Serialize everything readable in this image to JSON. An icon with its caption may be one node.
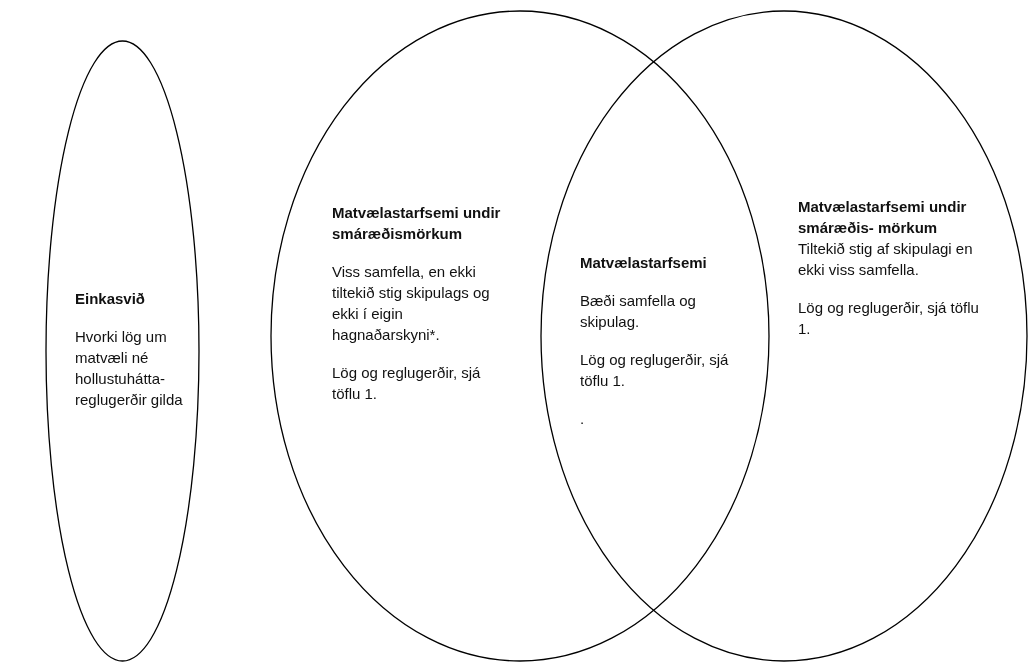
{
  "diagram": {
    "nodes": [
      {
        "text": [
          "Einkasvið",
          "Hvorki lög um matvæli né hollustuhátta- reglugerðir gilda"
        ]
      },
      {
        "text": [
          "Matvælastarfsemi undir smáræðismörkum",
          "Viss samfella, en ekki tiltekið stig skipulags og ekki í eigin hagnaðarskyni*.",
          "Lög og reglugerðir, sjá töflu 1."
        ]
      },
      {
        "text": [
          "Matvælastarfsemi undir smáræðis- mörkum",
          "Tiltekið stig af skipulagi en ekki viss samfella.",
          "Lög og reglugerðir, sjá töflu 1."
        ]
      },
      {
        "text": [
          "Matvælastarfsemi",
          "Bæði samfella og skipulag.",
          "Lög og reglugerðir, sjá töflu 1.",
          "."
        ]
      }
    ]
  }
}
